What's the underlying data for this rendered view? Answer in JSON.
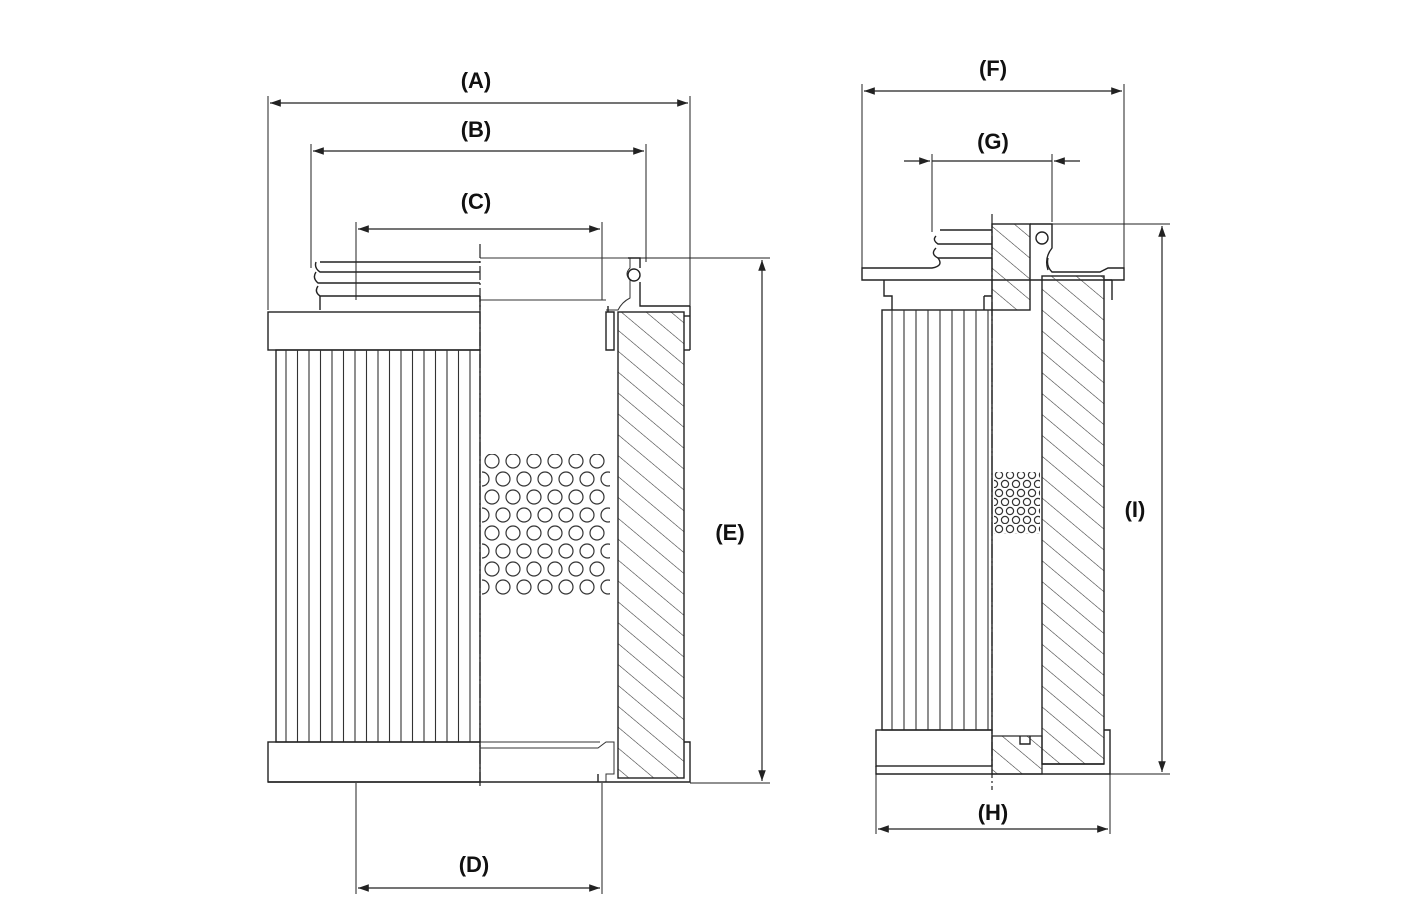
{
  "colors": {
    "line": "#222222",
    "background": "#ffffff"
  },
  "front_view": {
    "dimensions": {
      "A": "(A)",
      "B": "(B)",
      "C": "(C)",
      "D": "(D)",
      "E": "(E)"
    }
  },
  "side_view": {
    "dimensions": {
      "F": "(F)",
      "G": "(G)",
      "H": "(H)",
      "I": "(I)"
    }
  }
}
